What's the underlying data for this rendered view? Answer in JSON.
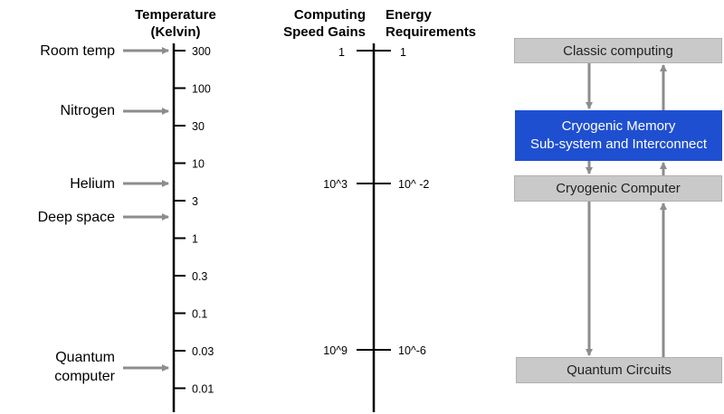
{
  "temperature_scale": {
    "header_line1": "Temperature",
    "header_line2": "(Kelvin)",
    "ticks": [
      "300",
      "100",
      "30",
      "10",
      "3",
      "1",
      "0.3",
      "0.1",
      "0.03",
      "0.01"
    ]
  },
  "reference_points": [
    {
      "label_line1": "Room temp",
      "label_line2": ""
    },
    {
      "label_line1": "Nitrogen",
      "label_line2": ""
    },
    {
      "label_line1": "Helium",
      "label_line2": ""
    },
    {
      "label_line1": "Deep space",
      "label_line2": ""
    },
    {
      "label_line1": "Quantum",
      "label_line2": "computer"
    }
  ],
  "gains_scale": {
    "left_header_line1": "Computing",
    "left_header_line2": "Speed Gains",
    "right_header_line1": "Energy",
    "right_header_line2": "Requirements",
    "left_ticks": [
      "1",
      "10^3",
      "10^9"
    ],
    "right_ticks": [
      "1",
      "10^ -2",
      "10^-6"
    ]
  },
  "stack": {
    "classic": "Classic computing",
    "memory_line1": "Cryogenic Memory",
    "memory_line2": "Sub-system and Interconnect",
    "cryo_computer": "Cryogenic Computer",
    "quantum": "Quantum Circuits"
  },
  "colors": {
    "arrow": "#8c8c8c",
    "box_gray": "#c9c9c9",
    "box_blue": "#1f4fd1",
    "axis": "#000000"
  }
}
